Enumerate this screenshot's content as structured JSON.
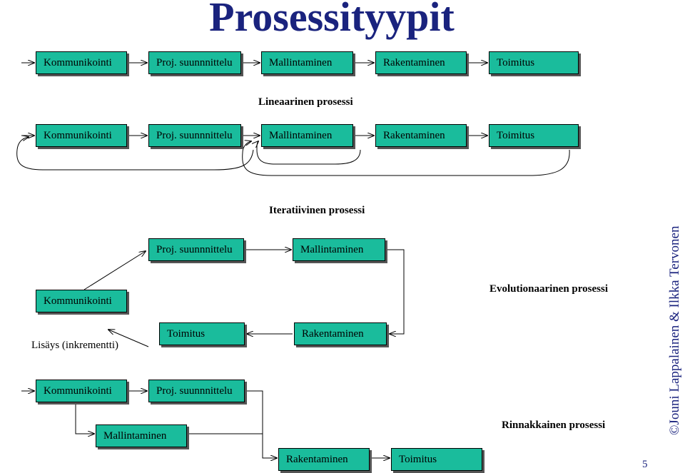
{
  "title": "Prosessityypit",
  "linear": {
    "caption": "Lineaarinen prosessi",
    "boxes": [
      "Kommunikointi",
      "Proj. suunnnittelu",
      "Mallintaminen",
      "Rakentaminen",
      "Toimitus"
    ]
  },
  "iterative": {
    "caption": "Iteratiivinen prosessi",
    "boxes": [
      "Kommunikointi",
      "Proj. suunnnittelu",
      "Mallintaminen",
      "Rakentaminen",
      "Toimitus"
    ]
  },
  "evolutionary": {
    "caption": "Evolutionaarinen prosessi",
    "boxes": [
      "Kommunikointi",
      "Proj. suunnnittelu",
      "Mallintaminen",
      "Toimitus",
      "Rakentaminen"
    ],
    "increment_label": "Lisäys (inkrementti)"
  },
  "parallel": {
    "caption": "Rinnakkainen prosessi",
    "boxes": [
      "Kommunikointi",
      "Proj. suunnnittelu",
      "Mallintaminen",
      "Rakentaminen",
      "Toimitus"
    ]
  },
  "copyright": "©Jouni Lappalainen & Ilkka Tervonen",
  "page_number": "5"
}
